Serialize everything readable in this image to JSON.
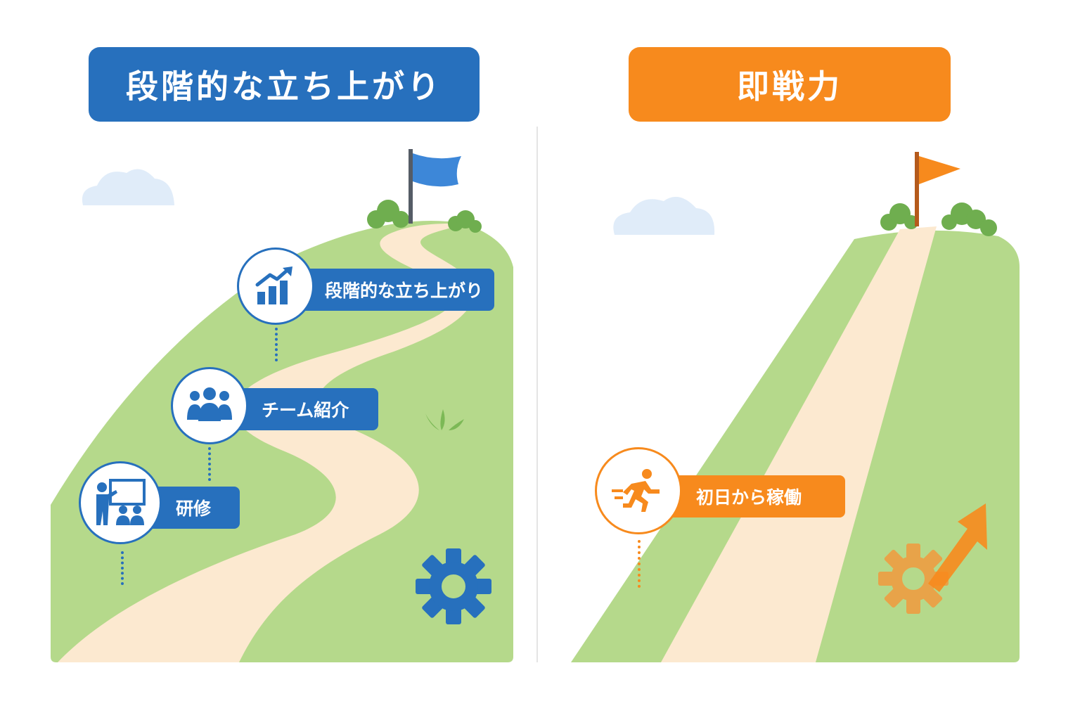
{
  "panels": {
    "left": {
      "title": "段階的な立ち上がり",
      "steps": [
        {
          "label": "研修",
          "icon": "training-presentation-icon"
        },
        {
          "label": "チーム紹介",
          "icon": "team-group-icon"
        },
        {
          "label": "段階的な立ち上がり",
          "icon": "growth-chart-icon"
        }
      ]
    },
    "right": {
      "title": "即戦力",
      "steps": [
        {
          "label": "初日から稼働",
          "icon": "running-person-icon"
        }
      ]
    }
  },
  "colors": {
    "blue": "#2770bd",
    "orange": "#f78a1d",
    "hill": "#b5d98b",
    "path": "#fce9d0",
    "bush": "#6fae4f",
    "cloud": "#e0ecf9"
  }
}
